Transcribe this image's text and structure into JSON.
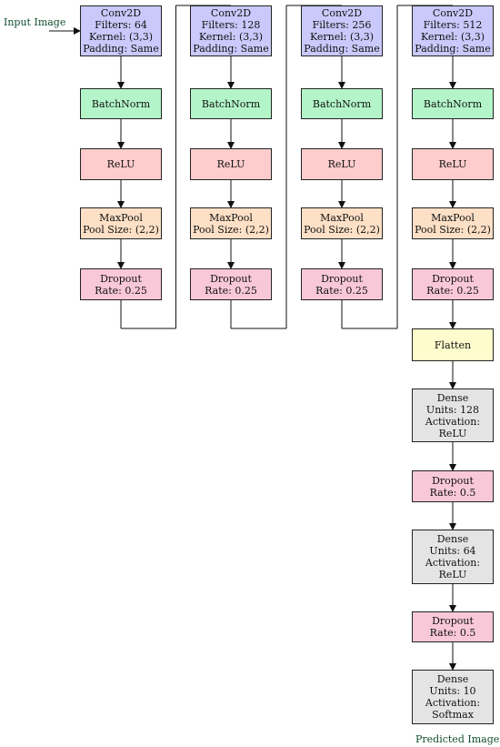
{
  "input_label": "Input Image",
  "output_label": "Predicted Image",
  "colors": {
    "conv": "#c9c9fb",
    "batchnorm": "#b3f5c8",
    "relu": "#fecccc",
    "maxpool": "#fde0c6",
    "dropout": "#f9c8d8",
    "flatten": "#fefbcc",
    "dense": "#e4e4e4",
    "label_text": "#0f4d2e"
  },
  "conv_blocks": [
    {
      "conv": [
        "Conv2D",
        "Filters: 64",
        "Kernel: (3,3)",
        "Padding: Same"
      ],
      "batchnorm": "BatchNorm",
      "relu": "ReLU",
      "maxpool": [
        "MaxPool",
        "Pool Size: (2,2)"
      ],
      "dropout": [
        "Dropout",
        "Rate: 0.25"
      ]
    },
    {
      "conv": [
        "Conv2D",
        "Filters: 128",
        "Kernel: (3,3)",
        "Padding: Same"
      ],
      "batchnorm": "BatchNorm",
      "relu": "ReLU",
      "maxpool": [
        "MaxPool",
        "Pool Size: (2,2)"
      ],
      "dropout": [
        "Dropout",
        "Rate: 0.25"
      ]
    },
    {
      "conv": [
        "Conv2D",
        "Filters: 256",
        "Kernel: (3,3)",
        "Padding: Same"
      ],
      "batchnorm": "BatchNorm",
      "relu": "ReLU",
      "maxpool": [
        "MaxPool",
        "Pool Size: (2,2)"
      ],
      "dropout": [
        "Dropout",
        "Rate: 0.25"
      ]
    },
    {
      "conv": [
        "Conv2D",
        "Filters: 512",
        "Kernel: (3,3)",
        "Padding: Same"
      ],
      "batchnorm": "BatchNorm",
      "relu": "ReLU",
      "maxpool": [
        "MaxPool",
        "Pool Size: (2,2)"
      ],
      "dropout": [
        "Dropout",
        "Rate: 0.25"
      ]
    }
  ],
  "head": {
    "flatten": "Flatten",
    "dense1": [
      "Dense",
      "Units: 128",
      "Activation:",
      "ReLU"
    ],
    "dropout1": [
      "Dropout",
      "Rate: 0.5"
    ],
    "dense2": [
      "Dense",
      "Units: 64",
      "Activation:",
      "ReLU"
    ],
    "dropout2": [
      "Dropout",
      "Rate: 0.5"
    ],
    "dense3": [
      "Dense",
      "Units: 10",
      "Activation:",
      "Softmax"
    ]
  }
}
